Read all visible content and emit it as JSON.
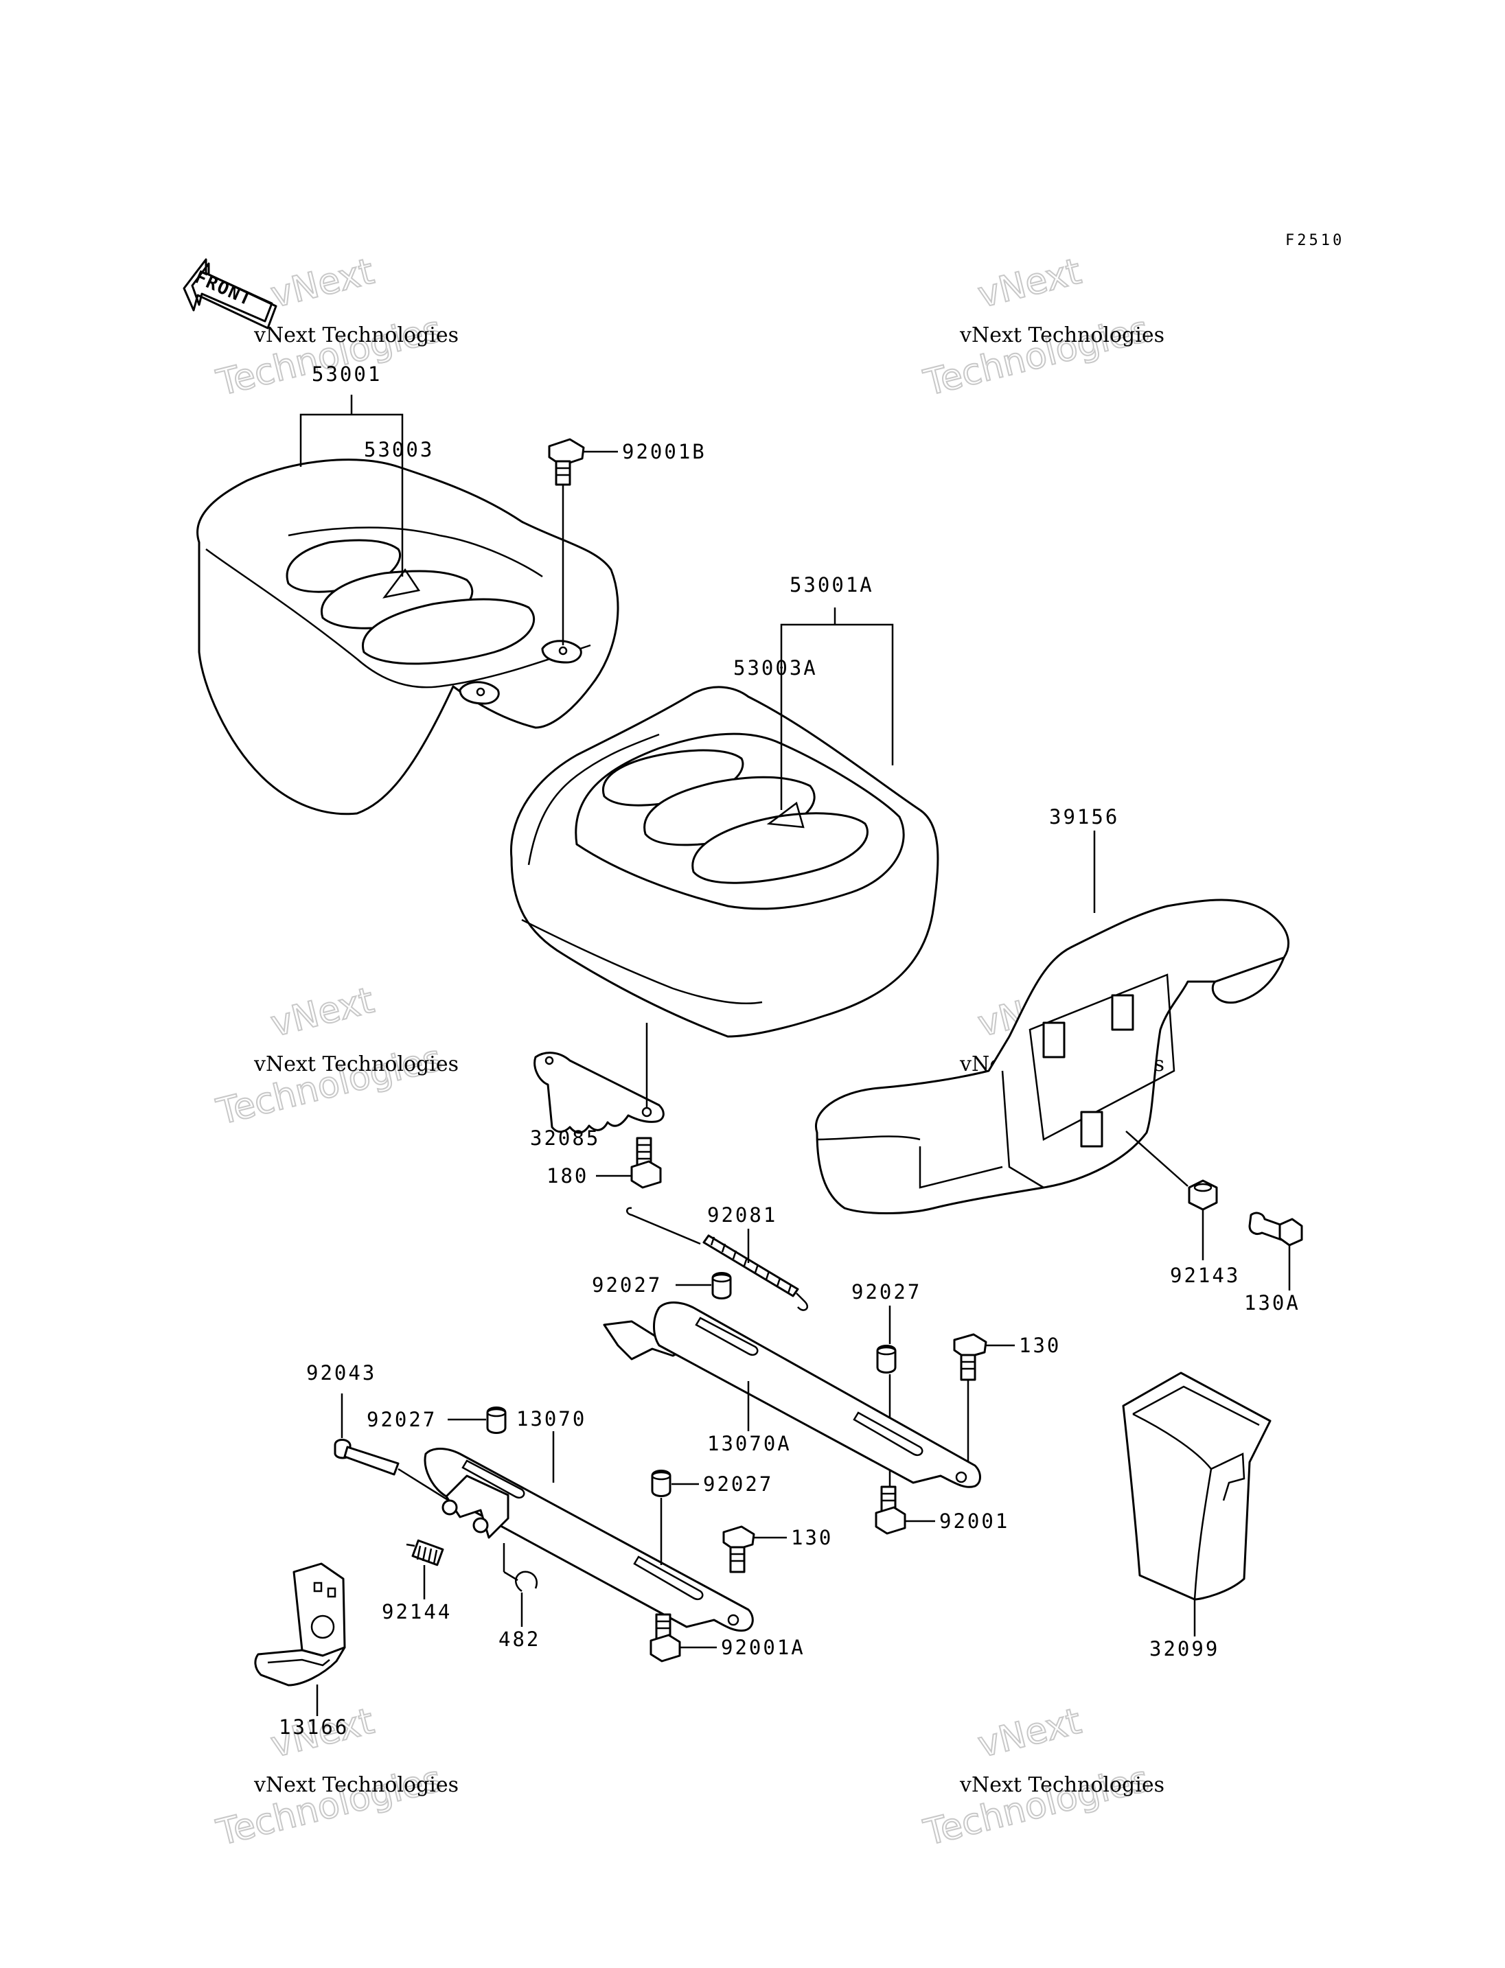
{
  "figure_code": "F2510",
  "front_label": "FRONT",
  "watermark": {
    "line1": "vNext Technologies",
    "line2": "Technologies"
  },
  "parts": [
    {
      "id": "p53001",
      "text": "53001"
    },
    {
      "id": "p53003",
      "text": "53003"
    },
    {
      "id": "p92001B",
      "text": "92001B"
    },
    {
      "id": "p53001A",
      "text": "53001A"
    },
    {
      "id": "p53003A",
      "text": "53003A"
    },
    {
      "id": "p39156",
      "text": "39156"
    },
    {
      "id": "p32085",
      "text": "32085"
    },
    {
      "id": "p180",
      "text": "180"
    },
    {
      "id": "p92081",
      "text": "92081"
    },
    {
      "id": "p92027a",
      "text": "92027"
    },
    {
      "id": "p92027b",
      "text": "92027"
    },
    {
      "id": "p130a",
      "text": "130"
    },
    {
      "id": "p92143",
      "text": "92143"
    },
    {
      "id": "p130A",
      "text": "130A"
    },
    {
      "id": "p92043",
      "text": "92043"
    },
    {
      "id": "p92027c",
      "text": "92027"
    },
    {
      "id": "p13070",
      "text": "13070"
    },
    {
      "id": "p13070A",
      "text": "13070A"
    },
    {
      "id": "p92027d",
      "text": "92027"
    },
    {
      "id": "p92001",
      "text": "92001"
    },
    {
      "id": "p130b",
      "text": "130"
    },
    {
      "id": "p92144",
      "text": "92144"
    },
    {
      "id": "p482",
      "text": "482"
    },
    {
      "id": "p92001A",
      "text": "92001A"
    },
    {
      "id": "p13166",
      "text": "13166"
    },
    {
      "id": "p32099",
      "text": "32099"
    }
  ]
}
